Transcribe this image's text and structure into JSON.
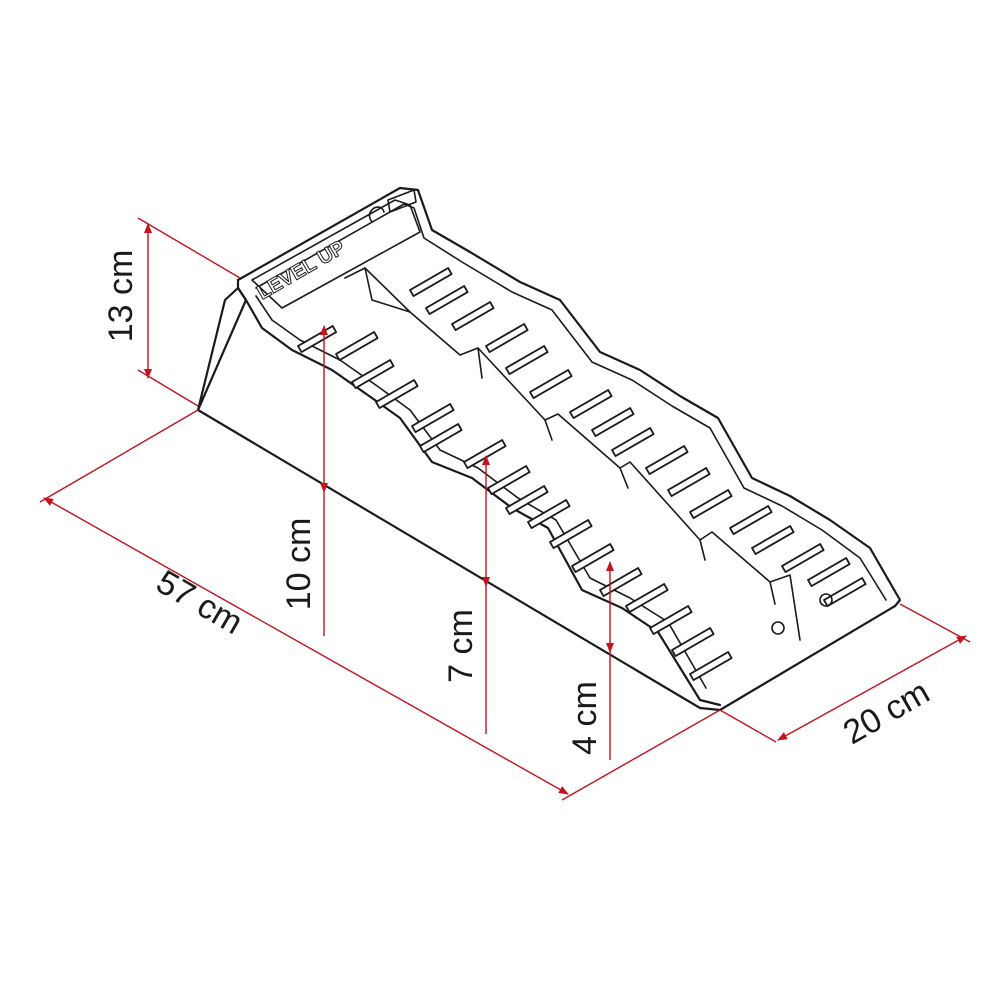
{
  "product": {
    "brand_label": "LEVEL UP"
  },
  "dimensions": {
    "height_max": "13 cm",
    "height_step1": "10 cm",
    "height_step2": "7 cm",
    "height_step3": "4 cm",
    "length": "57 cm",
    "width": "20 cm"
  },
  "colors": {
    "dimension_lines": "#c4121f",
    "outline": "#1a1a1a",
    "background": "#ffffff"
  }
}
